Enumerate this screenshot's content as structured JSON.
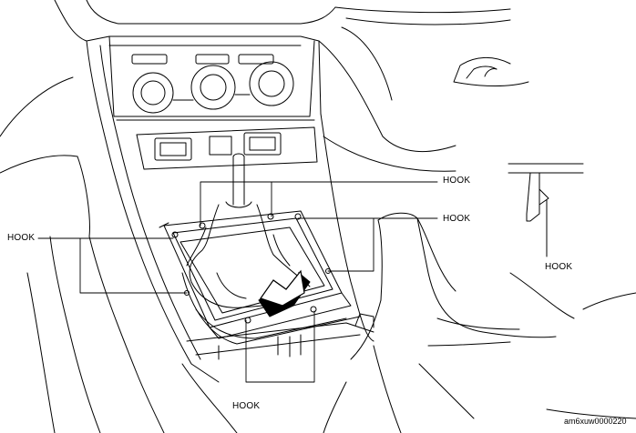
{
  "labels": {
    "hook_top": "HOOK",
    "hook_right": "HOOK",
    "hook_left": "HOOK",
    "hook_bottom": "HOOK",
    "hook_detail": "HOOK"
  },
  "figure_code": "am6xuw0000220",
  "colors": {
    "line": "#000000",
    "background": "#ffffff",
    "arrow": "#000000"
  }
}
